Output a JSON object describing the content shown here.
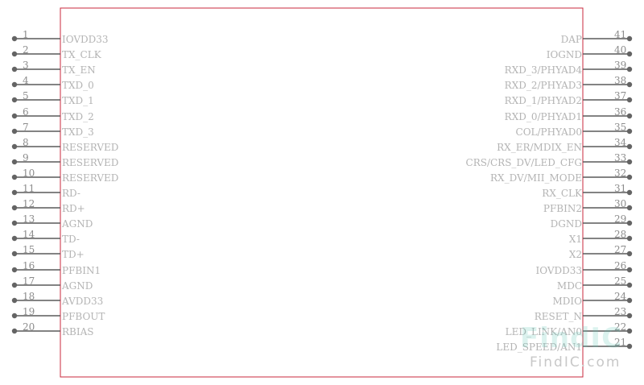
{
  "colors": {
    "body_outline": "#c8283c",
    "pin_line": "#5a5a5a",
    "pin_dot": "#646464",
    "pin_label": "#b4b4b4",
    "pin_number": "#8c8c8c"
  },
  "left_pins": [
    {
      "num": "1",
      "name": "IOVDD33"
    },
    {
      "num": "2",
      "name": "TX_CLK"
    },
    {
      "num": "3",
      "name": "TX_EN"
    },
    {
      "num": "4",
      "name": "TXD_0"
    },
    {
      "num": "5",
      "name": "TXD_1"
    },
    {
      "num": "6",
      "name": "TXD_2"
    },
    {
      "num": "7",
      "name": "TXD_3"
    },
    {
      "num": "8",
      "name": "RESERVED"
    },
    {
      "num": "9",
      "name": "RESERVED"
    },
    {
      "num": "10",
      "name": "RESERVED"
    },
    {
      "num": "11",
      "name": "RD-"
    },
    {
      "num": "12",
      "name": "RD+"
    },
    {
      "num": "13",
      "name": "AGND"
    },
    {
      "num": "14",
      "name": "TD-"
    },
    {
      "num": "15",
      "name": "TD+"
    },
    {
      "num": "16",
      "name": "PFBIN1"
    },
    {
      "num": "17",
      "name": "AGND"
    },
    {
      "num": "18",
      "name": "AVDD33"
    },
    {
      "num": "19",
      "name": "PFBOUT"
    },
    {
      "num": "20",
      "name": "RBIAS"
    }
  ],
  "right_pins": [
    {
      "num": "41",
      "name": "DAP"
    },
    {
      "num": "40",
      "name": "IOGND"
    },
    {
      "num": "39",
      "name": "RXD_3/PHYAD4"
    },
    {
      "num": "38",
      "name": "RXD_2/PHYAD3"
    },
    {
      "num": "37",
      "name": "RXD_1/PHYAD2"
    },
    {
      "num": "36",
      "name": "RXD_0/PHYAD1"
    },
    {
      "num": "35",
      "name": "COL/PHYAD0"
    },
    {
      "num": "34",
      "name": "RX_ER/MDIX_EN"
    },
    {
      "num": "33",
      "name": "CRS/CRS_DV/LED_CFG"
    },
    {
      "num": "32",
      "name": "RX_DV/MII_MODE"
    },
    {
      "num": "31",
      "name": "RX_CLK"
    },
    {
      "num": "30",
      "name": "PFBIN2"
    },
    {
      "num": "29",
      "name": "DGND"
    },
    {
      "num": "28",
      "name": "X1"
    },
    {
      "num": "27",
      "name": "X2"
    },
    {
      "num": "26",
      "name": "IOVDD33"
    },
    {
      "num": "25",
      "name": "MDC"
    },
    {
      "num": "24",
      "name": "MDIO"
    },
    {
      "num": "23",
      "name": "RESET_N"
    },
    {
      "num": "22",
      "name": "LED_LINK/AN0"
    },
    {
      "num": "21",
      "name": "LED_SPEED/AN1"
    }
  ],
  "watermark": {
    "logo": "FindIC",
    "text": "FindIC.com"
  }
}
